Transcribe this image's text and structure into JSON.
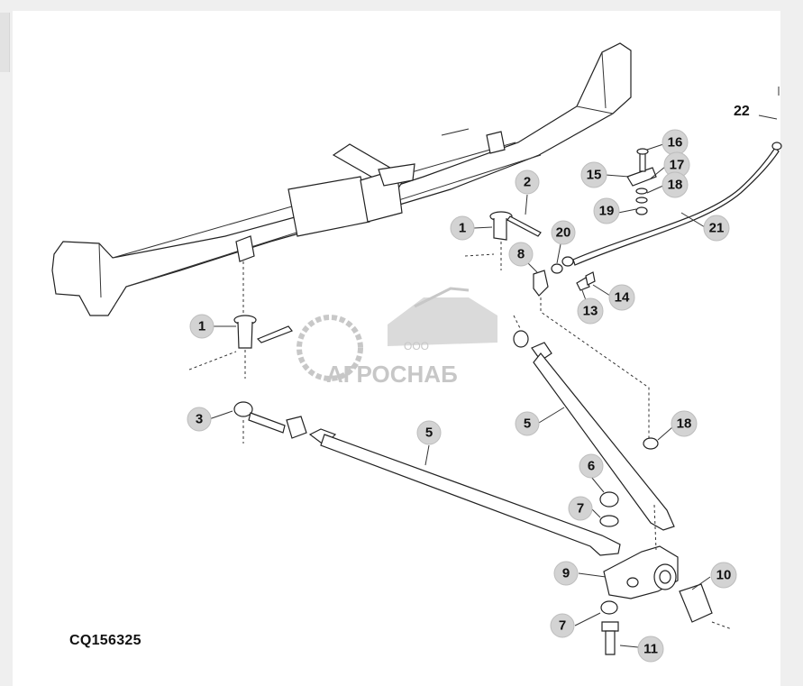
{
  "figure_id": "CQ156325",
  "watermark": {
    "company_prefix": "ООО",
    "company_name": "АГРОСНАБ"
  },
  "callouts": [
    {
      "id": "c1a",
      "label": "1"
    },
    {
      "id": "c2",
      "label": "2"
    },
    {
      "id": "c20",
      "label": "20"
    },
    {
      "id": "c8",
      "label": "8"
    },
    {
      "id": "c16",
      "label": "16"
    },
    {
      "id": "c15",
      "label": "15"
    },
    {
      "id": "c17",
      "label": "17"
    },
    {
      "id": "c18a",
      "label": "18"
    },
    {
      "id": "c19",
      "label": "19"
    },
    {
      "id": "c21",
      "label": "21"
    },
    {
      "id": "c14",
      "label": "14"
    },
    {
      "id": "c13",
      "label": "13"
    },
    {
      "id": "c1b",
      "label": "1"
    },
    {
      "id": "c3",
      "label": "3"
    },
    {
      "id": "c5a",
      "label": "5"
    },
    {
      "id": "c5b",
      "label": "5"
    },
    {
      "id": "c18b",
      "label": "18"
    },
    {
      "id": "c6",
      "label": "6"
    },
    {
      "id": "c7a",
      "label": "7"
    },
    {
      "id": "c9",
      "label": "9"
    },
    {
      "id": "c10",
      "label": "10"
    },
    {
      "id": "c7b",
      "label": "7"
    },
    {
      "id": "c11",
      "label": "11"
    }
  ],
  "label_22": "22"
}
